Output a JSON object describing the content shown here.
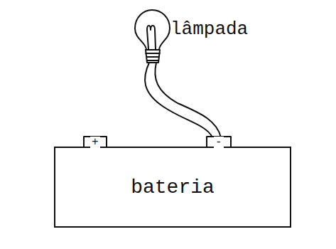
{
  "diagram": {
    "nodes": [
      {
        "text": [
          "bateria"
        ]
      }
    ],
    "labels": [
      "lâmpada",
      "+",
      "-"
    ]
  }
}
